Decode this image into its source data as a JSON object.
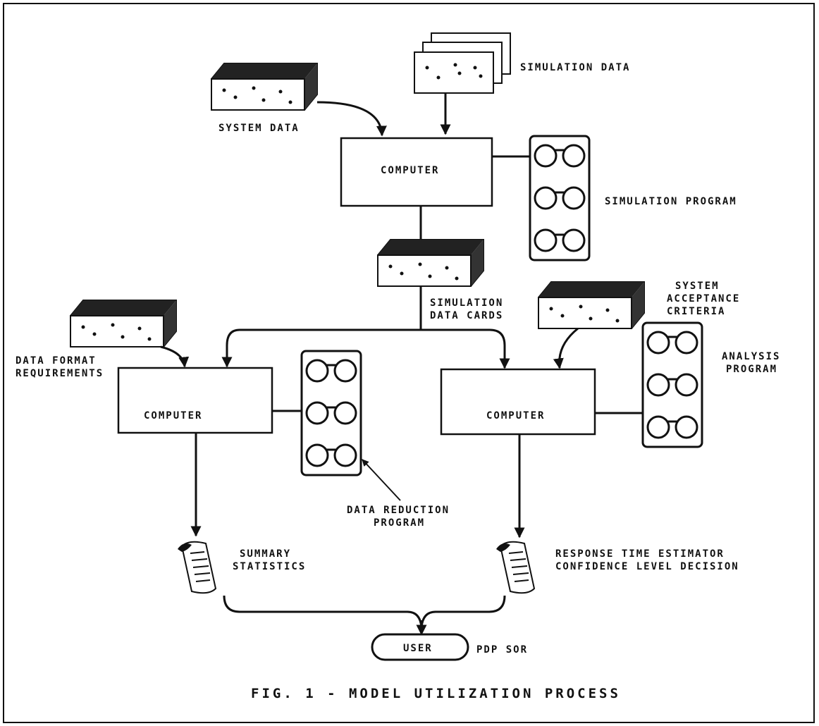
{
  "labels": {
    "simulation_data": "SIMULATION DATA",
    "system_data": "SYSTEM DATA",
    "computer_top": "COMPUTER",
    "simulation_program": "SIMULATION PROGRAM",
    "simulation_data_cards_1": "SIMULATION",
    "simulation_data_cards_2": "DATA CARDS",
    "system_acceptance_1": "SYSTEM",
    "system_acceptance_2": "ACCEPTANCE",
    "system_acceptance_3": "CRITERIA",
    "data_format_1": "DATA FORMAT",
    "data_format_2": "REQUIREMENTS",
    "computer_left": "COMPUTER",
    "computer_right": "COMPUTER",
    "analysis_program_1": "ANALYSIS",
    "analysis_program_2": "PROGRAM",
    "data_reduction_1": "DATA REDUCTION",
    "data_reduction_2": "PROGRAM",
    "summary_1": "SUMMARY",
    "summary_2": "STATISTICS",
    "response_1": "RESPONSE TIME ESTIMATOR",
    "response_2": "CONFIDENCE LEVEL DECISION",
    "user": "USER",
    "pdp_sor": "PDP SOR",
    "caption": "FIG. 1 - MODEL UTILIZATION PROCESS"
  },
  "icons": [
    "card-deck-icon",
    "tape-reel-panel-icon",
    "printout-scroll-icon"
  ]
}
